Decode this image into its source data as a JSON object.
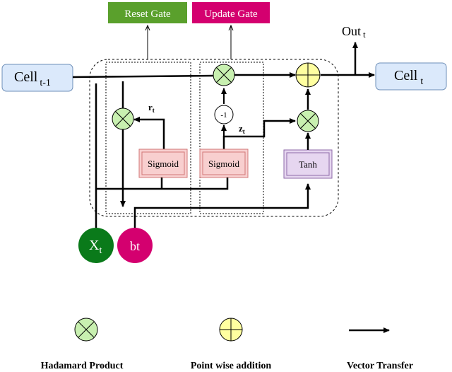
{
  "gates": {
    "reset": {
      "label": "Reset Gate",
      "color": "#5aa02c"
    },
    "update": {
      "label": "Update Gate",
      "color": "#d4006f"
    }
  },
  "nodes": {
    "cell_prev": {
      "main": "Cell",
      "sub": "t-1"
    },
    "cell_out": {
      "main": "Cell",
      "sub": "t"
    },
    "out": {
      "main": "Out",
      "sub": "t"
    },
    "sigmoid_r": "Sigmoid",
    "sigmoid_z": "Sigmoid",
    "tanh": "Tanh",
    "minus_one": "-1",
    "r_t": {
      "main": "r",
      "sub": "t"
    },
    "z_t": {
      "main": "z",
      "sub": "t"
    },
    "x_t": {
      "main": "X",
      "sub": "t"
    },
    "bt": "bt"
  },
  "legend": {
    "hadamard": "Hadamard Product",
    "pointwise": "Point wise addition",
    "vector": "Vector Transfer"
  },
  "colors": {
    "cell_box": "#dbe9fb",
    "hadamard": "#c8f0b0",
    "addition": "#ffffa0",
    "sigmoid_box": "#f8cfcf",
    "tanh_box": "#e6d6f0",
    "x_circle": "#0a7a1a",
    "bt_circle": "#d4006f"
  }
}
